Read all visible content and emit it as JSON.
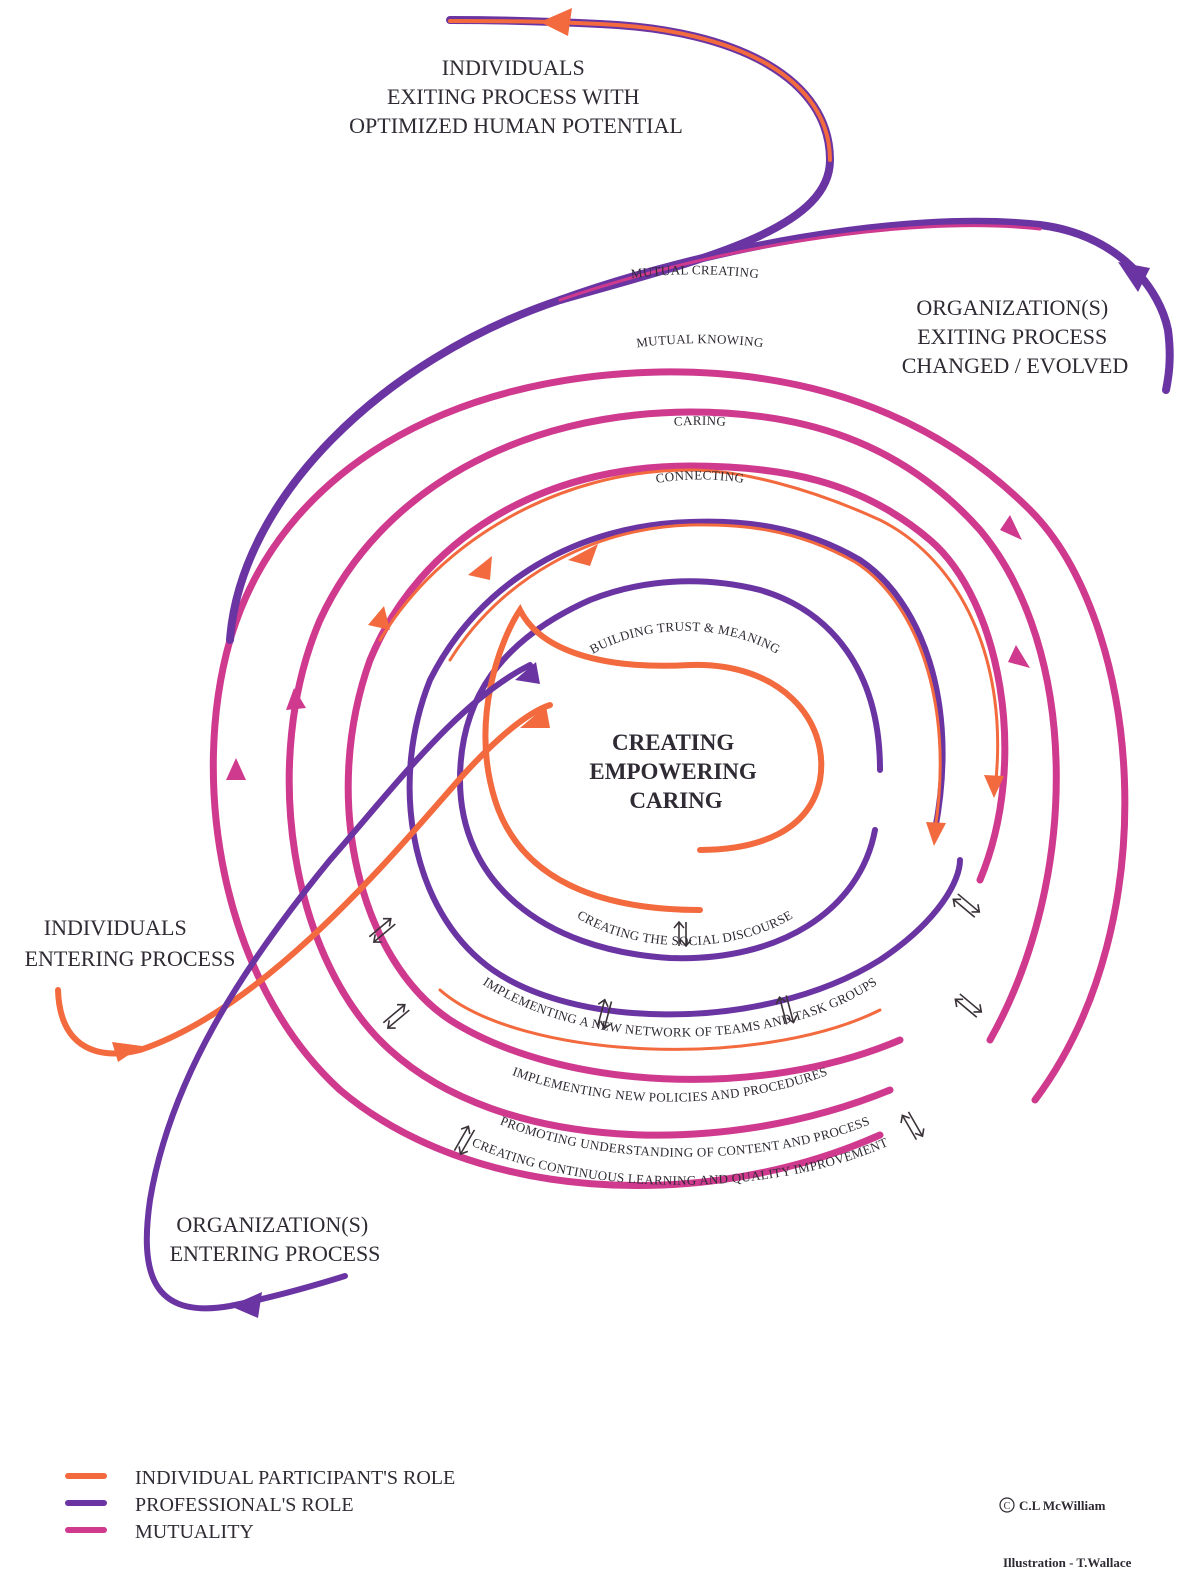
{
  "colors": {
    "individual": "#f26a3e",
    "professional": "#6a34a3",
    "mutuality": "#cf3a8f",
    "text": "#2f2a33"
  },
  "labels": {
    "individuals_exiting": [
      "INDIVIDUALS",
      "EXITING PROCESS WITH",
      "OPTIMIZED HUMAN POTENTIAL"
    ],
    "organizations_exiting": [
      "ORGANIZATION(S)",
      "EXITING PROCESS",
      "CHANGED / EVOLVED"
    ],
    "individuals_entering": [
      "INDIVIDUALS",
      "ENTERING PROCESS"
    ],
    "organizations_entering": [
      "ORGANIZATION(S)",
      "ENTERING PROCESS"
    ],
    "center": [
      "CREATING",
      "EMPOWERING",
      "CARING"
    ]
  },
  "ring_labels_top": {
    "mutual_creating": "MUTUAL CREATING",
    "mutual_knowing": "MUTUAL KNOWING",
    "caring": "CARING",
    "connecting": "CONNECTING",
    "building_trust": "BUILDING TRUST & MEANING"
  },
  "ring_labels_bottom": {
    "social_discourse": "CREATING THE SOCIAL DISCOURSE",
    "network": "IMPLEMENTING A NEW NETWORK OF TEAMS AND TASK GROUPS",
    "policies": "IMPLEMENTING NEW POLICIES AND PROCEDURES",
    "promoting": "PROMOTING UNDERSTANDING OF CONTENT AND PROCESS",
    "continuous": "CREATING CONTINUOUS LEARNING AND QUALITY IMPROVEMENT"
  },
  "legend": [
    {
      "label": "INDIVIDUAL PARTICIPANT'S ROLE",
      "color_key": "individual"
    },
    {
      "label": "PROFESSIONAL'S ROLE",
      "color_key": "professional"
    },
    {
      "label": "MUTUALITY",
      "color_key": "mutuality"
    }
  ],
  "credits": {
    "copyright": "C.L McWilliam",
    "illustration": "Illustration - T.Wallace"
  }
}
